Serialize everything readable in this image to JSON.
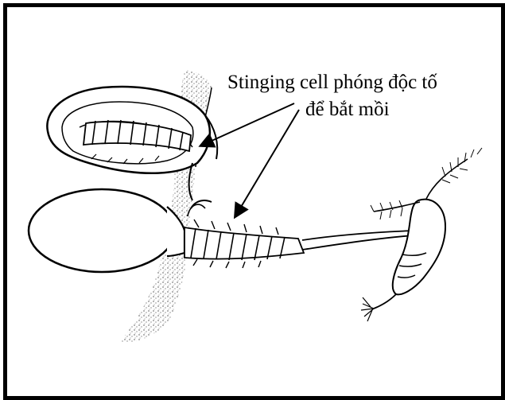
{
  "annotation": {
    "line1": "Stinging cell phóng độc tố",
    "line2": "để bắt mồi"
  },
  "colors": {
    "ink": "#000000",
    "background": "#ffffff"
  },
  "icons": [
    "stinging-cell-discharged",
    "stinging-cell-coiled",
    "copepod-prey"
  ]
}
